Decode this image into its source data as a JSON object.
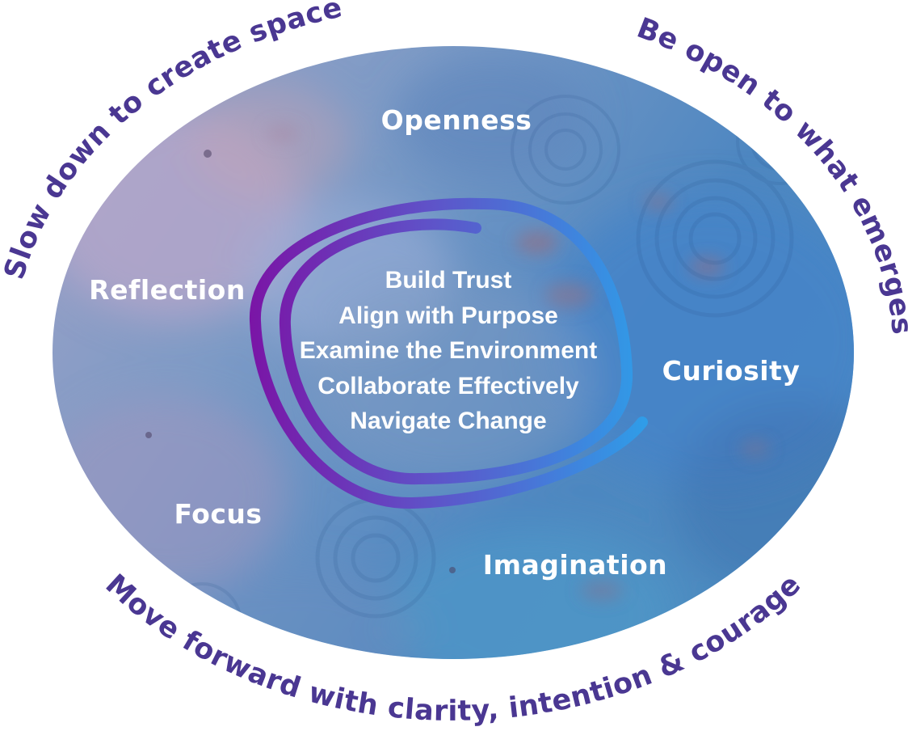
{
  "diagram": {
    "title": "coaching-cycle-diagram",
    "arc_quotes": {
      "top_left": "Slow down to create space",
      "top_right": "Be open to what emerges",
      "bottom": "Move forward with clarity, intention & courage"
    },
    "qualities": [
      {
        "id": "openness",
        "label": "Openness"
      },
      {
        "id": "reflection",
        "label": "Reflection"
      },
      {
        "id": "curiosity",
        "label": "Curiosity"
      },
      {
        "id": "focus",
        "label": "Focus"
      },
      {
        "id": "imagination",
        "label": "Imagination"
      }
    ],
    "center_practices": [
      "Build Trust",
      "Align with Purpose",
      "Examine the Environment",
      "Collaborate Effectively",
      "Navigate Change"
    ],
    "icons": [
      {
        "name": "swirl-loop-icon",
        "meaning": "hand-drawn double loop circling the center practices"
      }
    ],
    "colors": {
      "quote_text": "#4a3792",
      "label_text": "#ffffff",
      "swirl_gradient_start": "#7a15a6",
      "swirl_gradient_mid": "#5f52c8",
      "swirl_gradient_end": "#2f9de8",
      "water_lavender": "#a7a2c6",
      "water_mid_blue": "#7e9bc6",
      "water_deep_blue": "#4e87c1",
      "background": "#ffffff"
    }
  }
}
